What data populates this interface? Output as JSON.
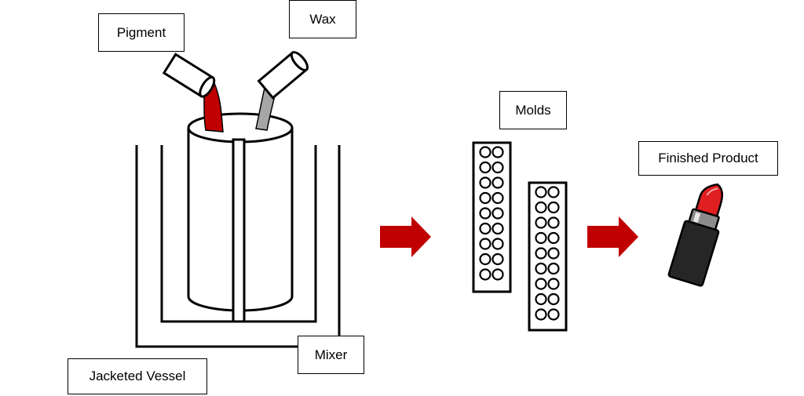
{
  "labels": {
    "pigment": "Pigment",
    "wax": "Wax",
    "molds": "Molds",
    "finished_product": "Finished Product",
    "mixer": "Mixer",
    "jacketed_vessel": "Jacketed Vessel"
  },
  "colors": {
    "pigment_red": "#c00000",
    "wax_gray": "#a6a6a6",
    "arrow_red": "#c00000",
    "lipstick_red": "#e02020",
    "lipstick_case": "#262626",
    "outline": "#000000"
  },
  "icons": [
    "pigment-container-icon",
    "wax-container-icon",
    "process-arrow-icon",
    "lipstick-icon"
  ]
}
